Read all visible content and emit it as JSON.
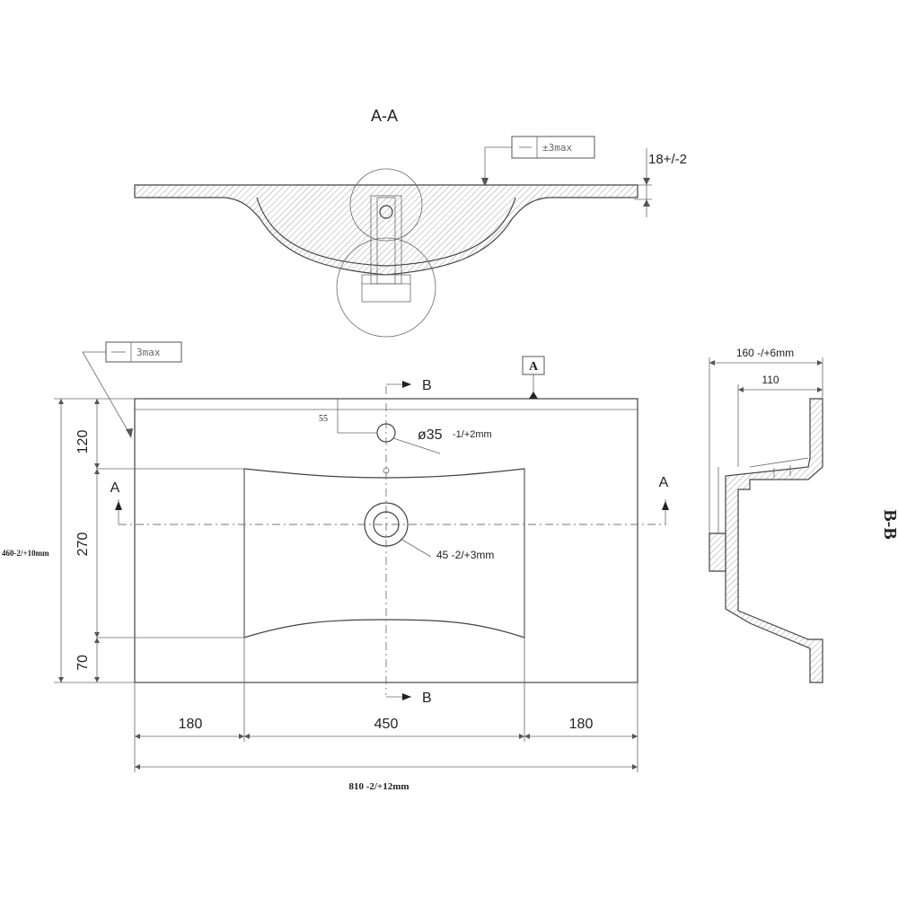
{
  "section_aa": {
    "title": "A-A",
    "flatness_tolerance": "±3max",
    "thickness": "18+/-2"
  },
  "plan_view": {
    "flatness_tolerance": "3max",
    "section_marker_a": "A",
    "section_arrow_a_left": "A",
    "section_arrow_a_right": "A",
    "section_arrow_b_top": "B",
    "section_arrow_b_bottom": "B",
    "tap_hole_offset": "55",
    "tap_hole_diameter": "ø35",
    "tap_hole_tolerance": "-1/+2mm",
    "drain_diameter": "45 -2/+3mm",
    "depth_dim_top": "120",
    "depth_dim_mid": "270",
    "depth_dim_bottom": "70",
    "depth_total": "460-2/+10mm",
    "width_dim_left": "180",
    "width_dim_center": "450",
    "width_dim_right": "180",
    "width_total": "810 -2/+12mm"
  },
  "section_bb": {
    "title": "B-B",
    "depth_total": "160 -/+6mm",
    "depth_inner": "110"
  }
}
